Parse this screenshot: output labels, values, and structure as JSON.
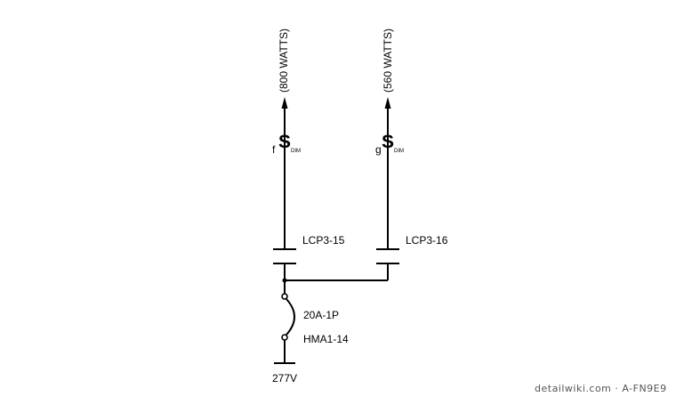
{
  "circuits": [
    {
      "load_label": "(800 WATTS)",
      "switch_letter": "f",
      "switch_symbol": "S",
      "switch_sub": "DIM",
      "contactor_label": "LCP3-15"
    },
    {
      "load_label": "(560 WATTS)",
      "switch_letter": "g",
      "switch_symbol": "S",
      "switch_sub": "DIM",
      "contactor_label": "LCP3-16"
    }
  ],
  "breaker": {
    "rating": "20A-1P",
    "circuit": "HMA1-14"
  },
  "voltage": "277V",
  "watermark": "detailwiki.com · A-FN9E9",
  "colors": {
    "line": "#000000",
    "background": "#ffffff",
    "watermark": "#555555"
  }
}
